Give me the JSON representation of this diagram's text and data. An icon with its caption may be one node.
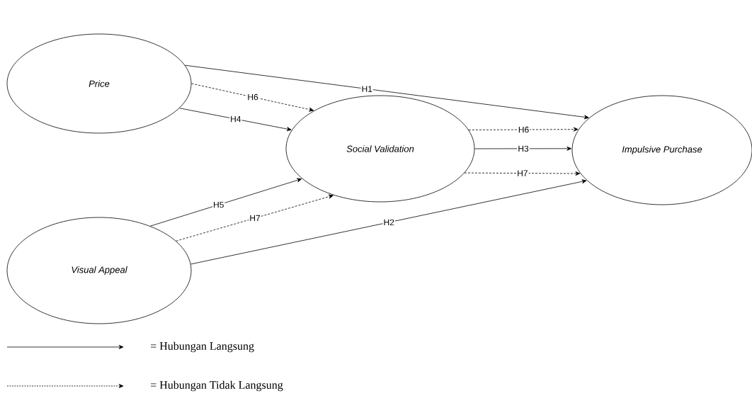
{
  "diagram": {
    "nodes": [
      {
        "text": [
          "Price"
        ]
      },
      {
        "text": [
          "Visual Appeal"
        ]
      },
      {
        "text": [
          "Social Validation"
        ]
      },
      {
        "text": [
          "Impulsive Purchase"
        ]
      }
    ],
    "edges": [
      {
        "from": 0,
        "to": 3,
        "arrow": "to",
        "label": "H1"
      },
      {
        "from": 0,
        "to": 2,
        "arrow": "to",
        "label": "H6",
        "style": "dashed"
      },
      {
        "from": 0,
        "to": 2,
        "arrow": "to",
        "label": "H4"
      },
      {
        "from": 2,
        "to": 3,
        "arrow": "to",
        "label": "H6",
        "style": "dashed"
      },
      {
        "from": 2,
        "to": 3,
        "arrow": "to",
        "label": "H3"
      },
      {
        "from": 2,
        "to": 3,
        "arrow": "to",
        "label": "H7",
        "style": "dashed"
      },
      {
        "from": 1,
        "to": 2,
        "arrow": "to",
        "label": "H5"
      },
      {
        "from": 1,
        "to": 2,
        "arrow": "to",
        "label": "H7",
        "style": "dashed"
      },
      {
        "from": 1,
        "to": 3,
        "arrow": "to",
        "label": "H2"
      }
    ],
    "legend": [
      {
        "text": "= Hubungan Langsung"
      },
      {
        "text": "= Hubungan Tidak Langsung"
      }
    ]
  }
}
